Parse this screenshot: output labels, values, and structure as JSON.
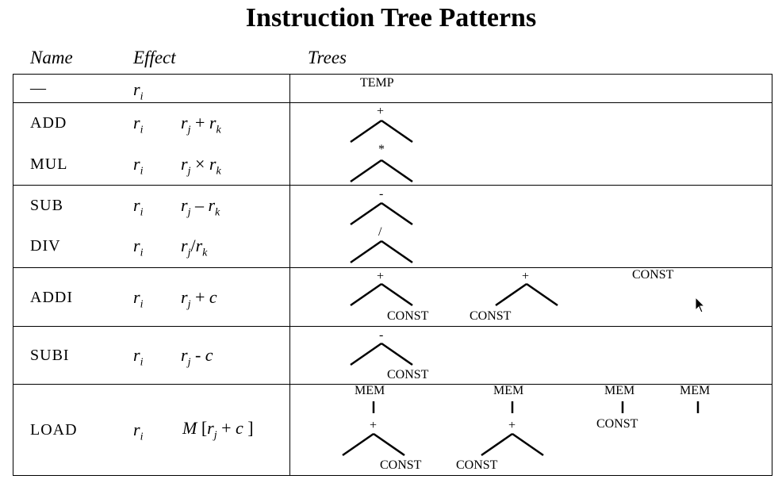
{
  "title": "Instruction Tree Patterns",
  "headers": {
    "name": "Name",
    "effect": "Effect",
    "trees": "Trees"
  },
  "rows": {
    "temp": {
      "name": "—",
      "ri": "r",
      "ri_sub": "i",
      "tree_label": "TEMP"
    },
    "add": {
      "name": "ADD",
      "ri": "r",
      "ri_sub": "i",
      "rj": "r",
      "rj_sub": "j",
      "op": "+",
      "rk": "r",
      "rk_sub": "k",
      "tree_op": "+"
    },
    "mul": {
      "name": "MUL",
      "ri": "r",
      "ri_sub": "i",
      "rj": "r",
      "rj_sub": "j",
      "op": "×",
      "rk": "r",
      "rk_sub": "k",
      "tree_op": "*"
    },
    "sub": {
      "name": "SUB",
      "ri": "r",
      "ri_sub": "i",
      "rj": "r",
      "rj_sub": "j",
      "op": "–",
      "rk": "r",
      "rk_sub": "k",
      "tree_op": "-"
    },
    "div": {
      "name": "DIV",
      "ri": "r",
      "ri_sub": "i",
      "rj": "r",
      "rj_sub": "j",
      "op": "/",
      "rk": "r",
      "rk_sub": "k",
      "tree_op": "/"
    },
    "addi": {
      "name": "ADDI",
      "ri": "r",
      "ri_sub": "i",
      "rj": "r",
      "rj_sub": "j",
      "op": "+",
      "c": "c",
      "tree1_op": "+",
      "tree1_const": "CONST",
      "tree2_op": "+",
      "tree2_const": "CONST",
      "tree3_const": "CONST"
    },
    "subi": {
      "name": "SUBI",
      "ri": "r",
      "ri_sub": "i",
      "rj": "r",
      "rj_sub": "j",
      "op": "-",
      "c": "c",
      "tree_op": "-",
      "tree_const": "CONST"
    },
    "load": {
      "name": "LOAD",
      "ri": "r",
      "ri_sub": "i",
      "mem": "M",
      "lbracket": "[",
      "rj": "r",
      "rj_sub": "j",
      "op": "+",
      "c": "c",
      "rbracket": "]",
      "tree1_mem": "MEM",
      "tree1_op": "+",
      "tree1_const": "CONST",
      "tree2_mem": "MEM",
      "tree2_op": "+",
      "tree2_const": "CONST",
      "tree3_mem": "MEM",
      "tree3_const": "CONST",
      "tree4_mem": "MEM"
    }
  }
}
